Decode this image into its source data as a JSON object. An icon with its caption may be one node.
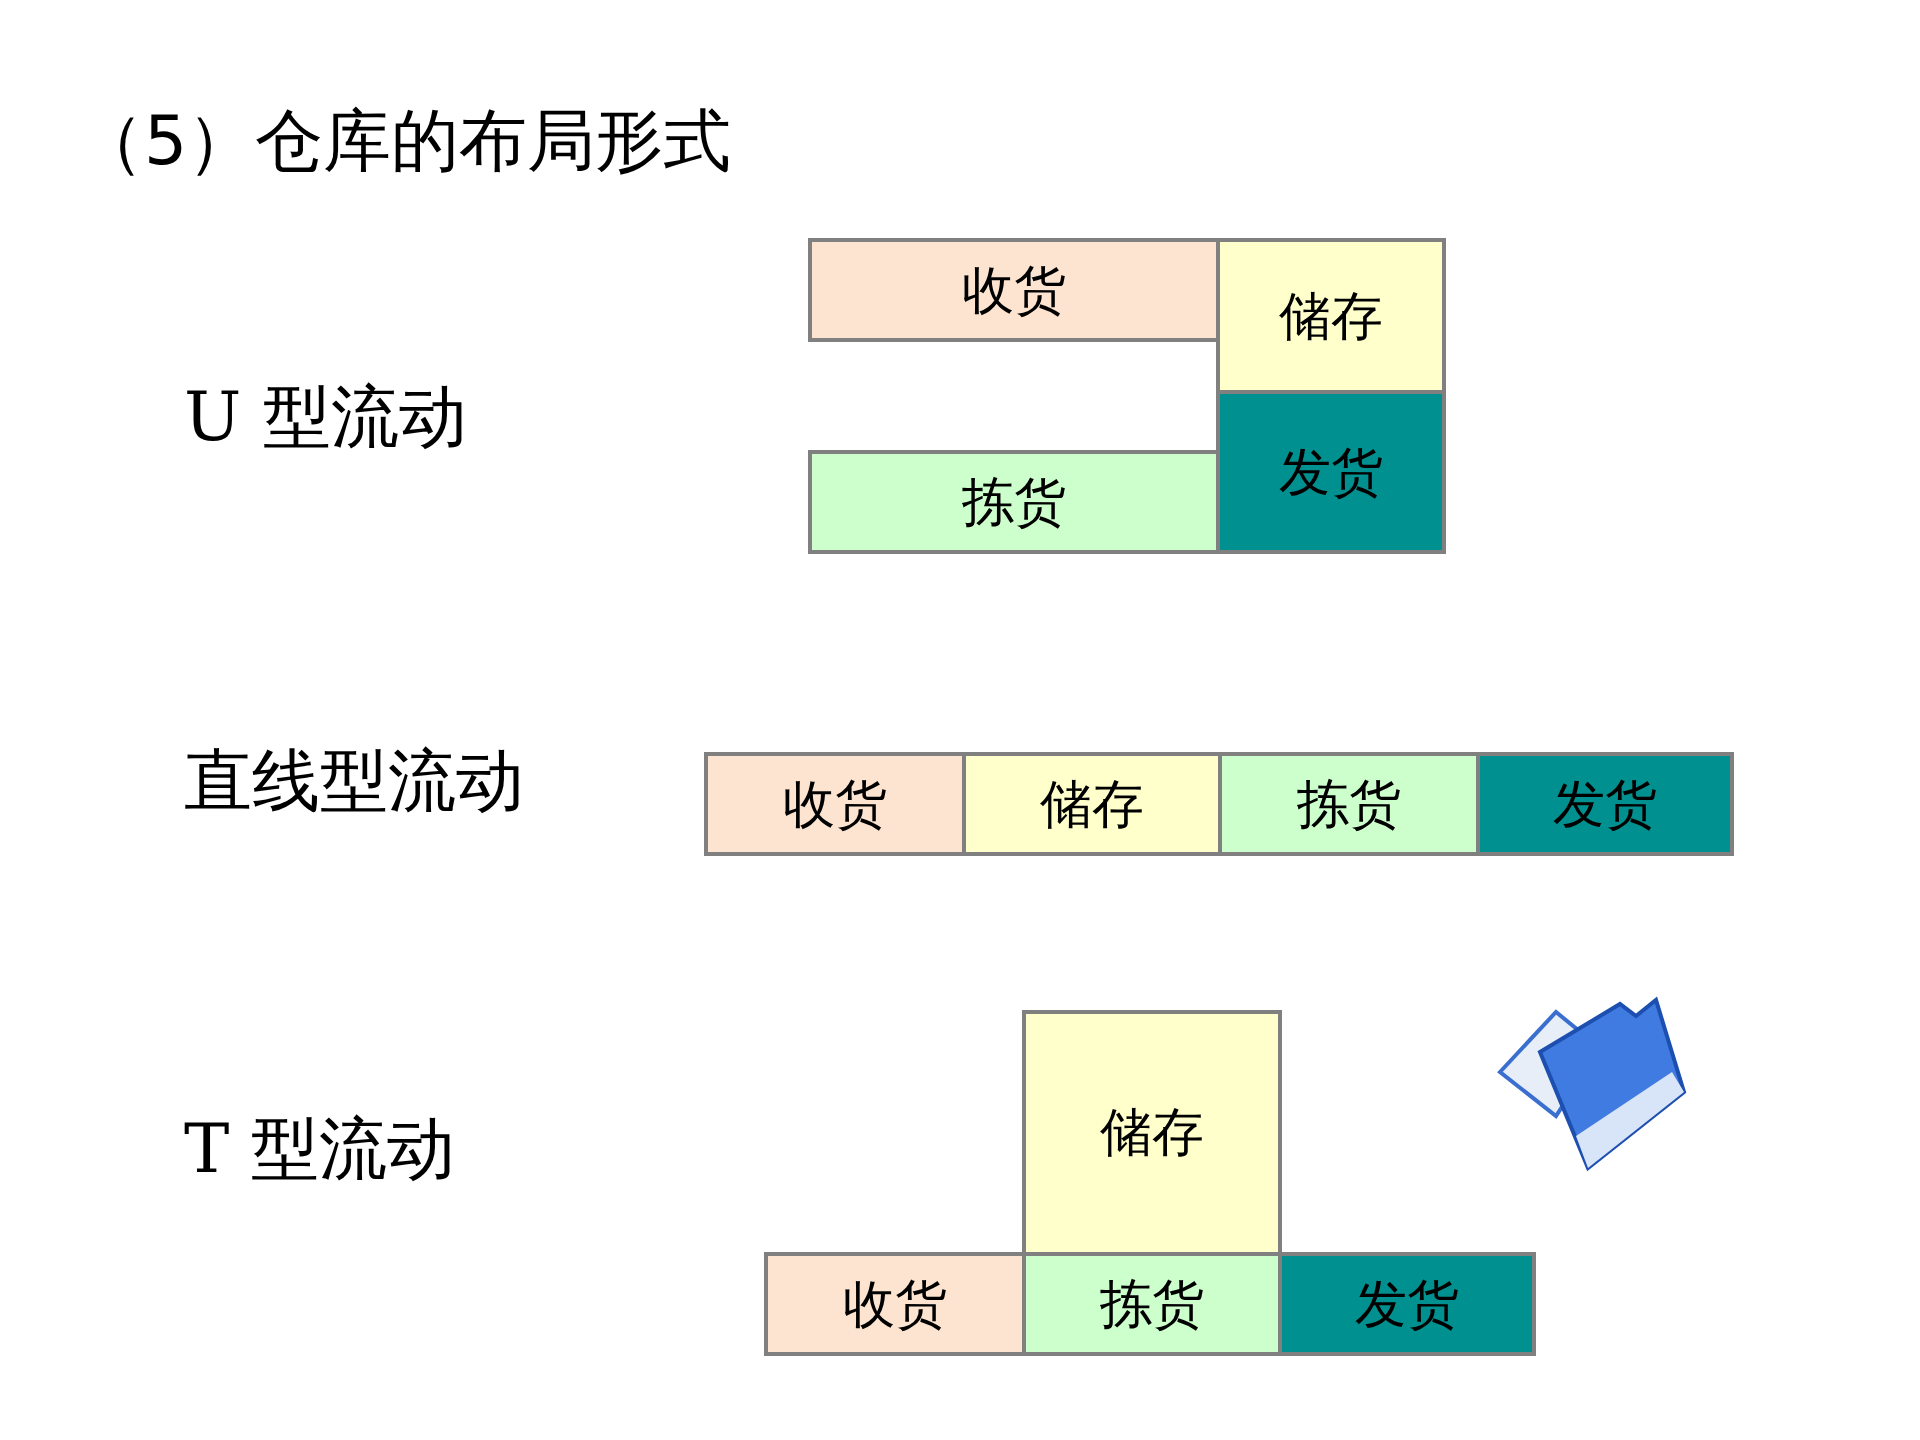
{
  "diagram": {
    "title": "（5）仓库的布局形式",
    "nodes": [
      {
        "text": [
          "收货"
        ]
      },
      {
        "text": [
          "储存"
        ]
      },
      {
        "text": [
          "拣货"
        ]
      },
      {
        "text": [
          "发货"
        ]
      },
      {
        "text": [
          "收货"
        ]
      },
      {
        "text": [
          "储存"
        ]
      },
      {
        "text": [
          "拣货"
        ]
      },
      {
        "text": [
          "发货"
        ]
      },
      {
        "text": [
          "储存"
        ]
      },
      {
        "text": [
          "收货"
        ]
      },
      {
        "text": [
          "拣货"
        ]
      },
      {
        "text": [
          "发货"
        ]
      }
    ],
    "labels": [
      "U 型流动",
      "直线型流动",
      "T 型流动"
    ]
  }
}
